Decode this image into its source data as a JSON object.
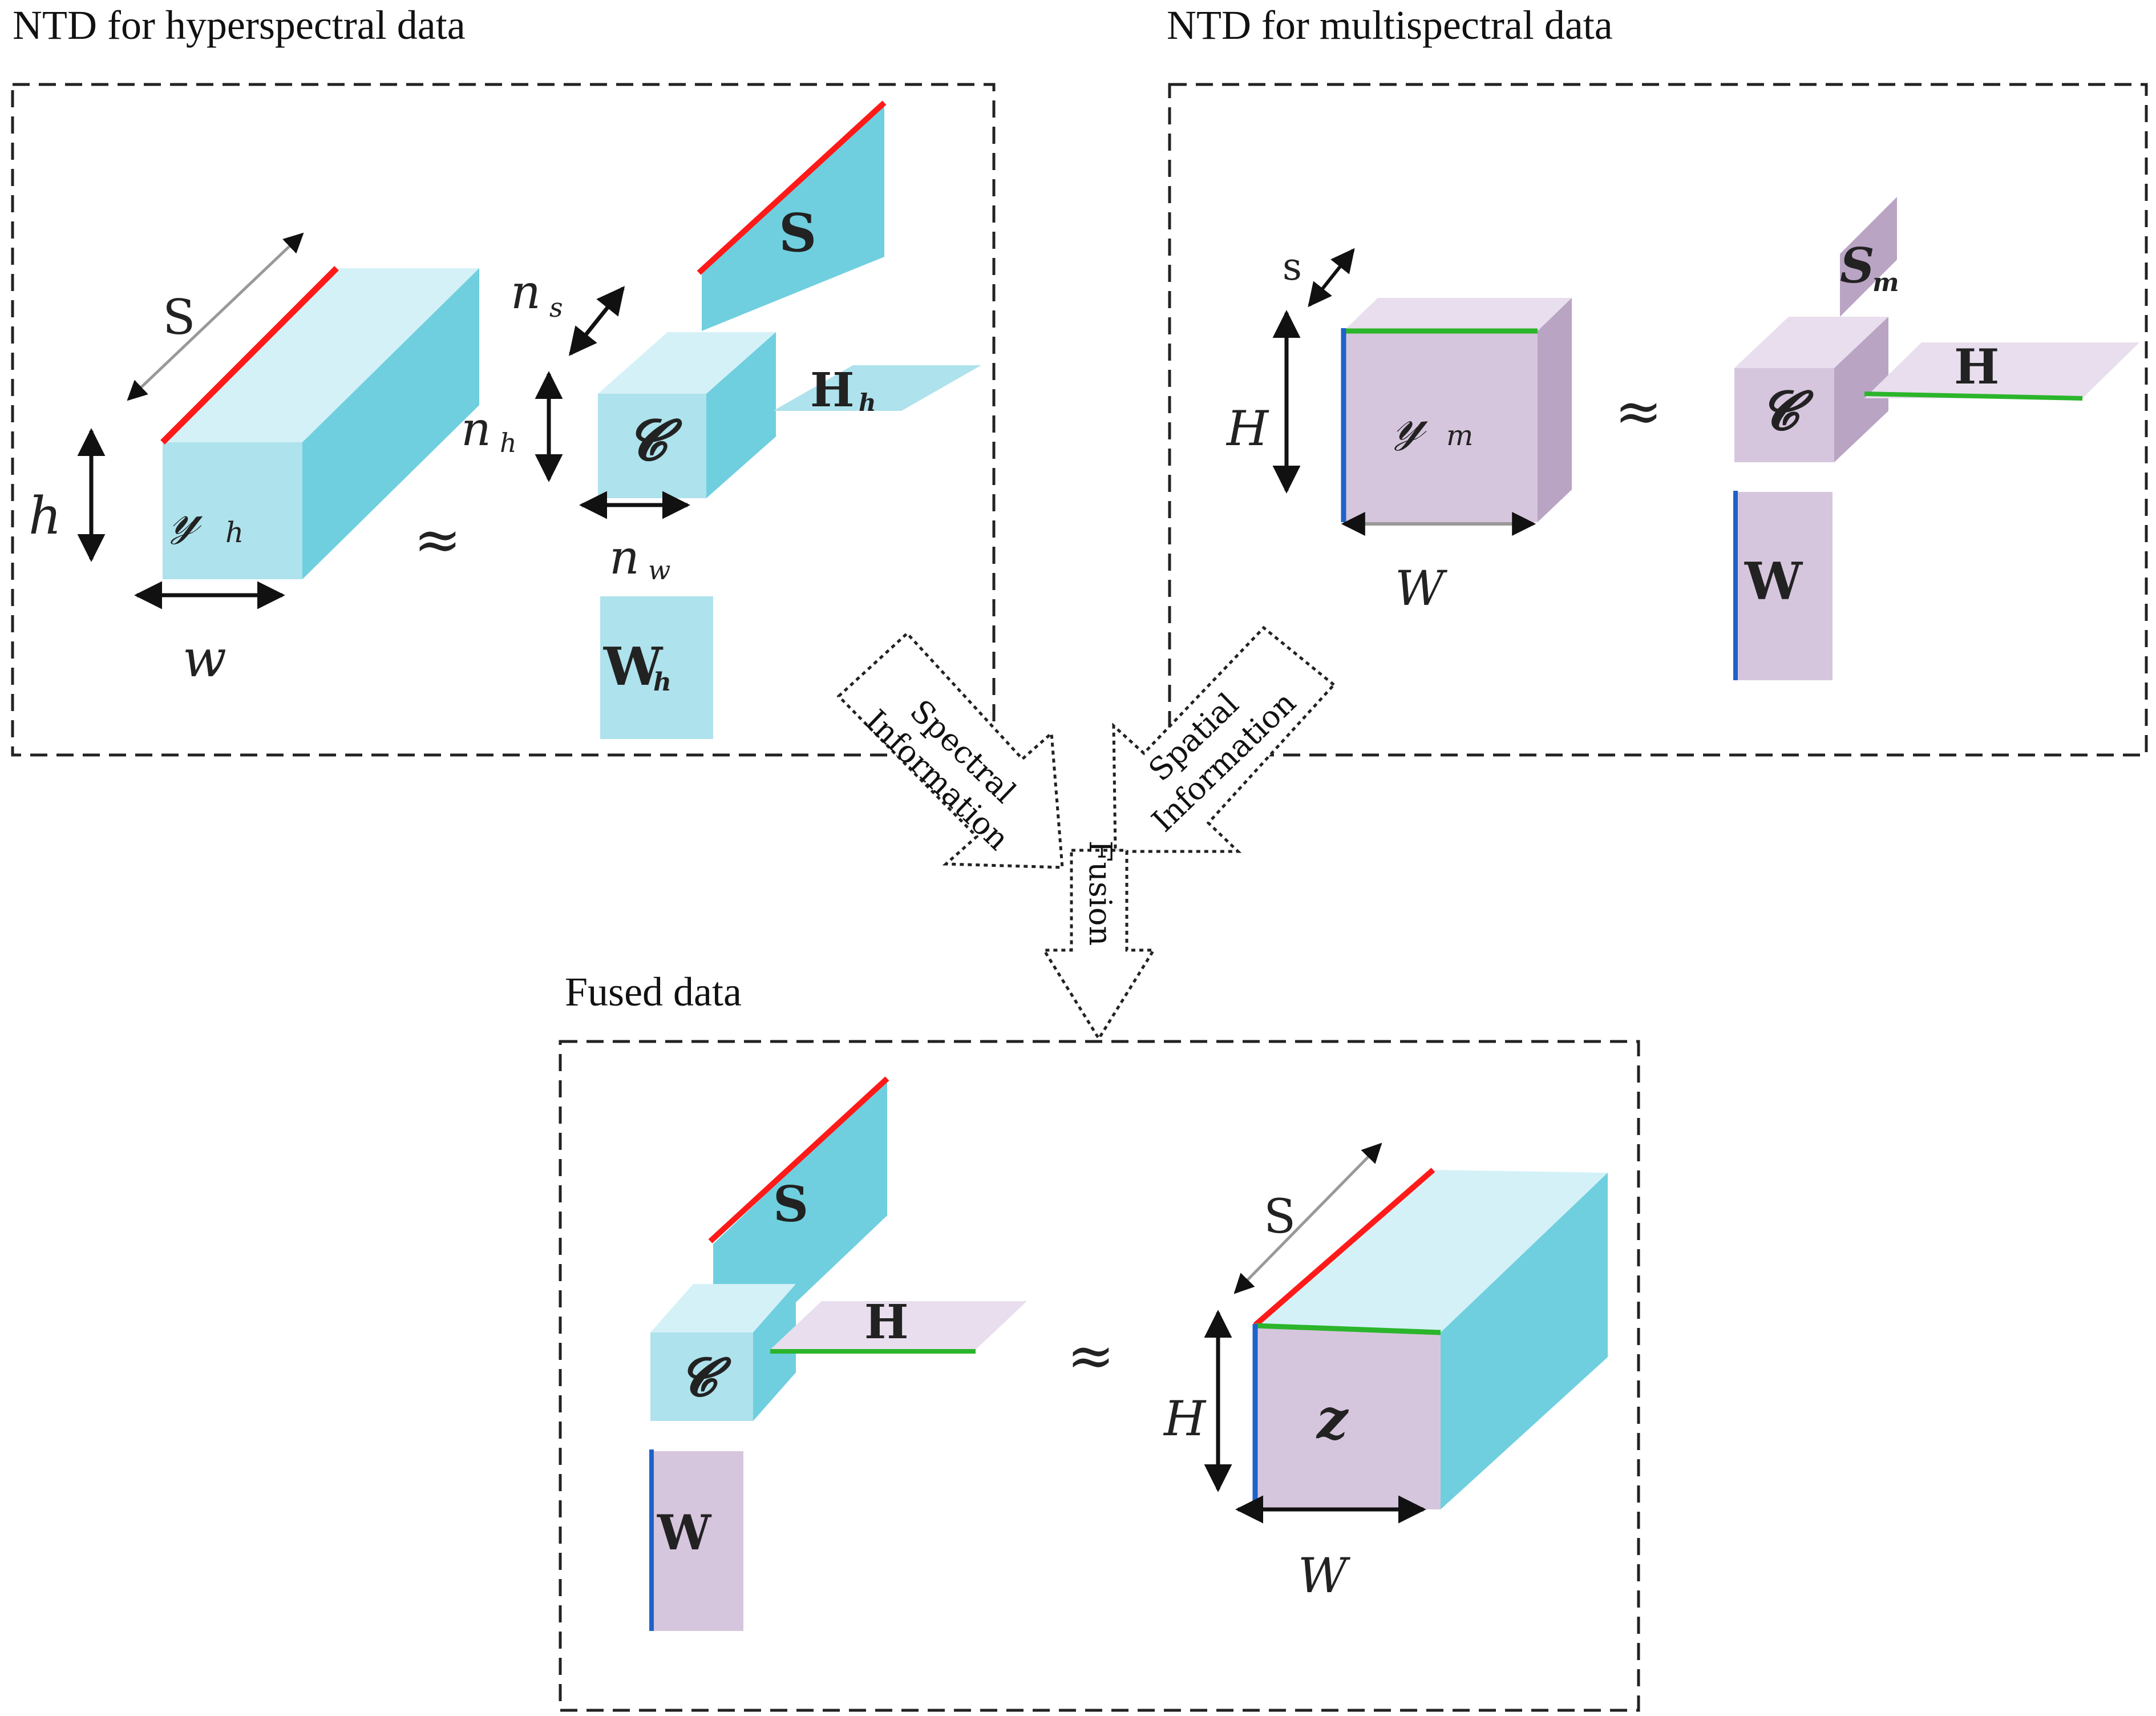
{
  "panels": {
    "hyper": {
      "title": "NTD for hyperspectral data"
    },
    "multi": {
      "title": "NTD for multispectral data"
    },
    "fused": {
      "title": "Fused data"
    }
  },
  "labels": {
    "hyper": {
      "S_dim": "S",
      "h_dim": "h",
      "w_dim": "w",
      "Y_tensor": "𝓎",
      "Y_sub": "h",
      "approx": "≈",
      "ns": "n",
      "ns_sub": "s",
      "nh": "n",
      "nh_sub": "h",
      "nw": "n",
      "nw_sub": "w",
      "C_core": "𝓒",
      "S_factor": "S",
      "H_factor": "H",
      "H_sub": "h",
      "W_factor": "W",
      "W_sub": "h"
    },
    "multi": {
      "s_dim": "s",
      "H_dim": "H",
      "W_dim": "W",
      "Y_tensor": "𝓎",
      "Y_sub": "m",
      "approx": "≈",
      "C_core": "𝓒",
      "S_factor": "S",
      "S_sub": "m",
      "H_factor": "H",
      "W_factor": "W"
    },
    "fused": {
      "C_core": "𝓒",
      "S_factor": "S",
      "H_factor": "H",
      "W_factor": "W",
      "approx": "≈",
      "S_dim": "S",
      "H_dim": "H",
      "W_dim": "W",
      "Z_tensor": "𝒛"
    }
  },
  "arrows": {
    "spectral": [
      "Spectral",
      "Information"
    ],
    "spatial": [
      "Spatial",
      "Information"
    ],
    "fusion": "Fusion"
  },
  "colors": {
    "cyan_front": "#aee2ec",
    "cyan_top": "#d4f1f7",
    "cyan_side": "#6fcfdf",
    "lavender_front": "#d6c6dd",
    "lavender_top": "#e8deed",
    "lavender_side": "#b9a4c4",
    "red_edge": "#ff1a1a",
    "green_edge": "#2bb52b",
    "blue_edge": "#1f62c9"
  }
}
